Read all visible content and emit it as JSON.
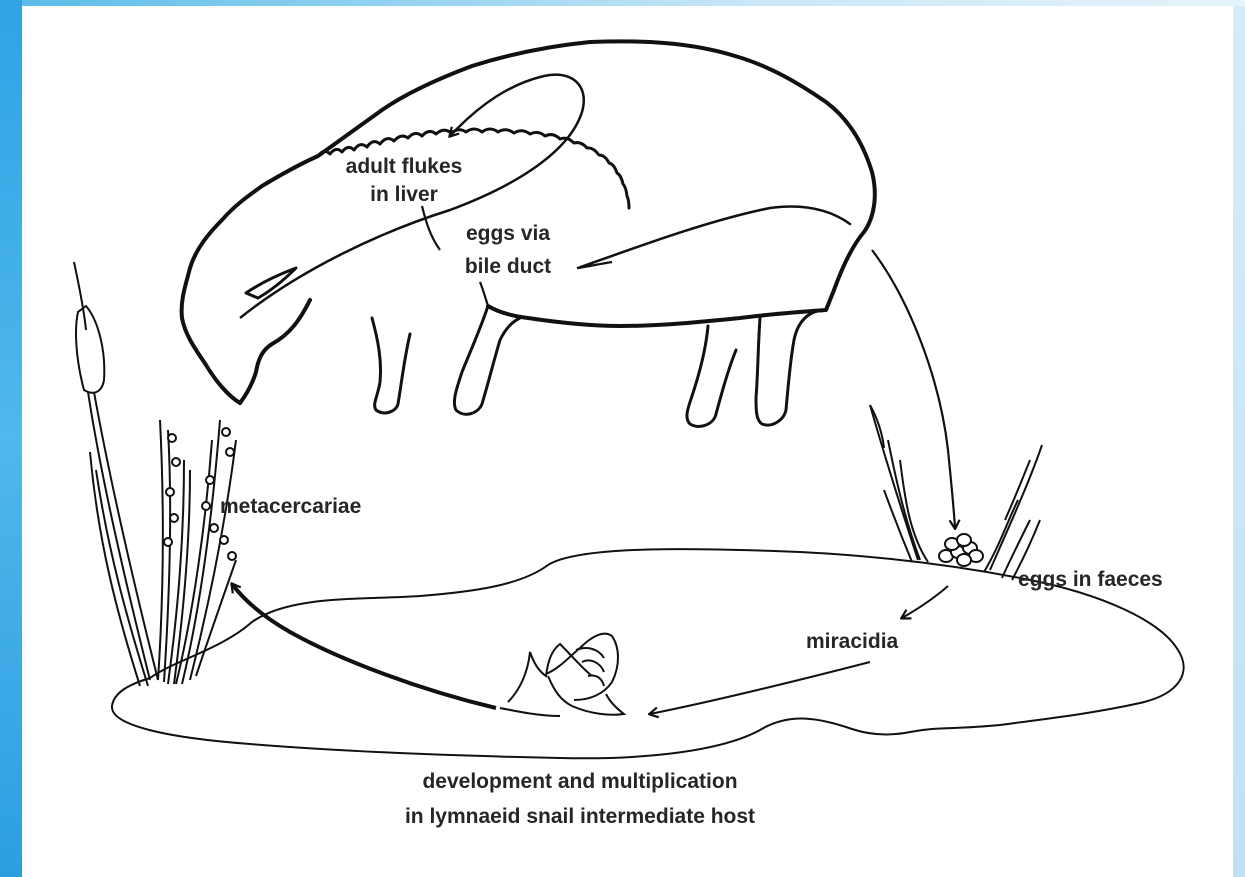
{
  "diagram": {
    "labels": {
      "adult_flukes_1": "adult flukes",
      "adult_flukes_2": "in liver",
      "eggs_bile_1": "eggs via",
      "eggs_bile_2": "bile duct",
      "metacercariae": "metacercariae",
      "eggs_faeces": "eggs in faeces",
      "miracidia": "miracidia",
      "development_1": "development and multiplication",
      "development_2": "in lymnaeid snail intermediate host"
    },
    "colors": {
      "ink": "#111111",
      "text": "#262626",
      "background": "#ffffff",
      "frame": "#2fa3e4"
    },
    "icons": [
      "sheep-outline",
      "liver-loop-arrow",
      "reed-plant",
      "grass-tuft",
      "snail",
      "egg-cluster",
      "pond"
    ]
  }
}
